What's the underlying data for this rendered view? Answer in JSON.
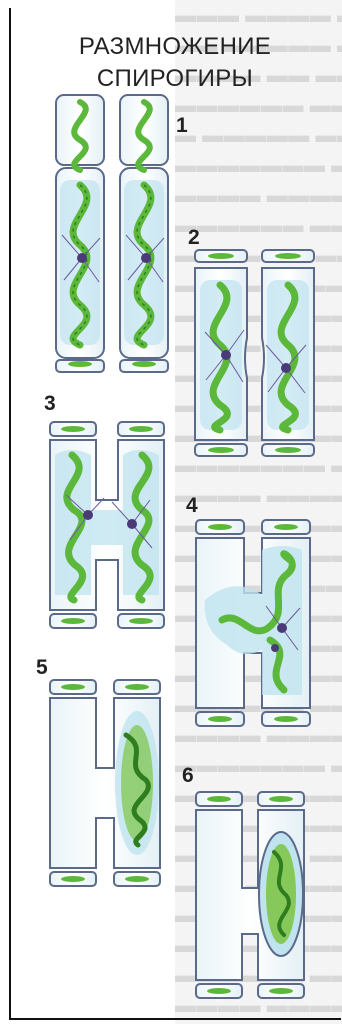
{
  "title": {
    "line1": "РАЗМНОЖЕНИЕ",
    "line2": "СПИРОГИРЫ"
  },
  "steps": [
    {
      "number": "1"
    },
    {
      "number": "2"
    },
    {
      "number": "3"
    },
    {
      "number": "4"
    },
    {
      "number": "5"
    },
    {
      "number": "6"
    }
  ],
  "colors": {
    "cell_wall": "#5b6a8a",
    "cytoplasm": "#bfe3ef",
    "chloroplast": "#5cb83a",
    "chloroplast_dark": "#2e7d1f",
    "nucleus": "#4a3b78",
    "zygote": "#86c95a"
  }
}
